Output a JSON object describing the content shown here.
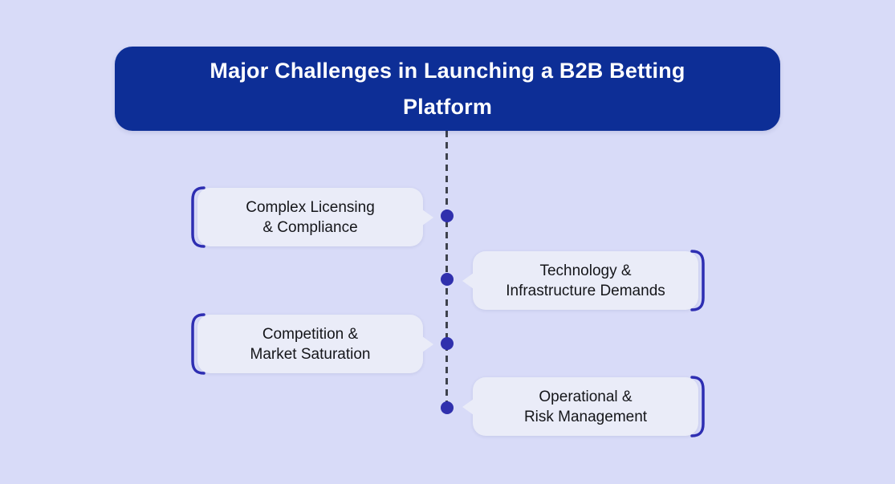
{
  "header": {
    "title": "Major Challenges in Launching a B2B Betting Platform"
  },
  "items": [
    {
      "side": "left",
      "line1": "Complex Licensing",
      "line2": "& Compliance"
    },
    {
      "side": "right",
      "line1": "Technology &",
      "line2": "Infrastructure Demands"
    },
    {
      "side": "left",
      "line1": "Competition &",
      "line2": "Market Saturation"
    },
    {
      "side": "right",
      "line1": "Operational &",
      "line2": "Risk Management"
    }
  ],
  "colors": {
    "background": "#d8dbf8",
    "header_bg": "#0d2e96",
    "header_text": "#ffffff",
    "card_bg": "#eaecf8",
    "card_text": "#15161a",
    "accent": "#2e2eb2",
    "dot": "#3030ad",
    "line": "#3e424d"
  }
}
